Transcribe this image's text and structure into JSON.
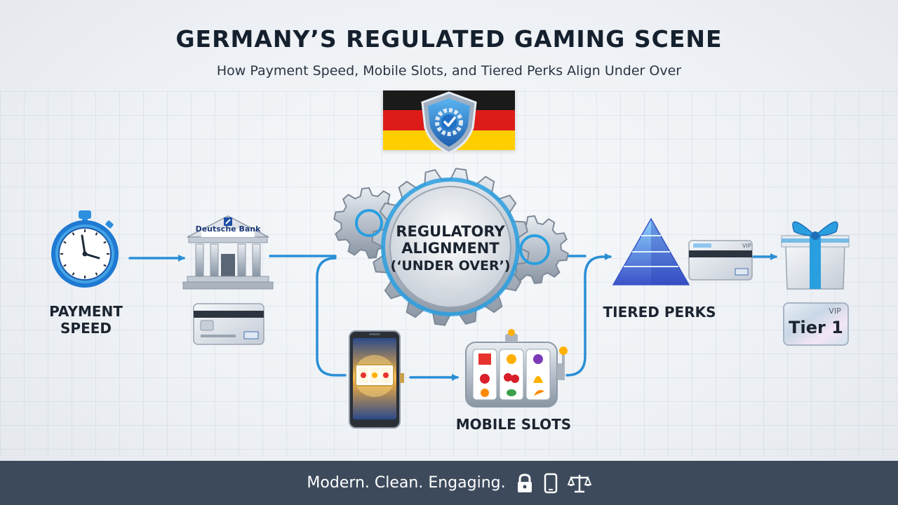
{
  "header": {
    "title": "GERMANY’S REGULATED GAMING SCENE",
    "subtitle": "How Payment Speed, Mobile Slots, and Tiered Perks Align Under Over"
  },
  "center_gear": {
    "line1": "REGULATORY",
    "line2": "ALIGNMENT",
    "line3": "(‘UNDER OVER’)"
  },
  "nodes": {
    "payment_speed": {
      "line1": "PAYMENT",
      "line2": "SPEED"
    },
    "bank": {
      "sign": "Deutsche Bank"
    },
    "mobile_slots": {
      "label": "MOBILE SLOTS"
    },
    "tiered_perks": {
      "label": "TIERED PERKS"
    },
    "vip_badge": {
      "vip": "VIP",
      "tier": "Tier 1"
    },
    "vip_card": {
      "vip": "VIP"
    }
  },
  "footer": {
    "tagline": "Modern. Clean. Engaging."
  },
  "colors": {
    "flag_black": "#1a1a1a",
    "flag_red": "#dd1c1a",
    "flag_gold": "#ffce00",
    "accent_blue": "#2a9fe0",
    "footer_bg": "#3d4a5c",
    "title": "#15202e"
  },
  "icons": [
    "stopwatch-icon",
    "bank-icon",
    "credit-card-icon",
    "shield-check-icon",
    "gear-icon",
    "smartphone-icon",
    "slot-machine-icon",
    "pyramid-icon",
    "gift-box-icon",
    "lock-icon",
    "phone-icon",
    "scales-icon"
  ]
}
